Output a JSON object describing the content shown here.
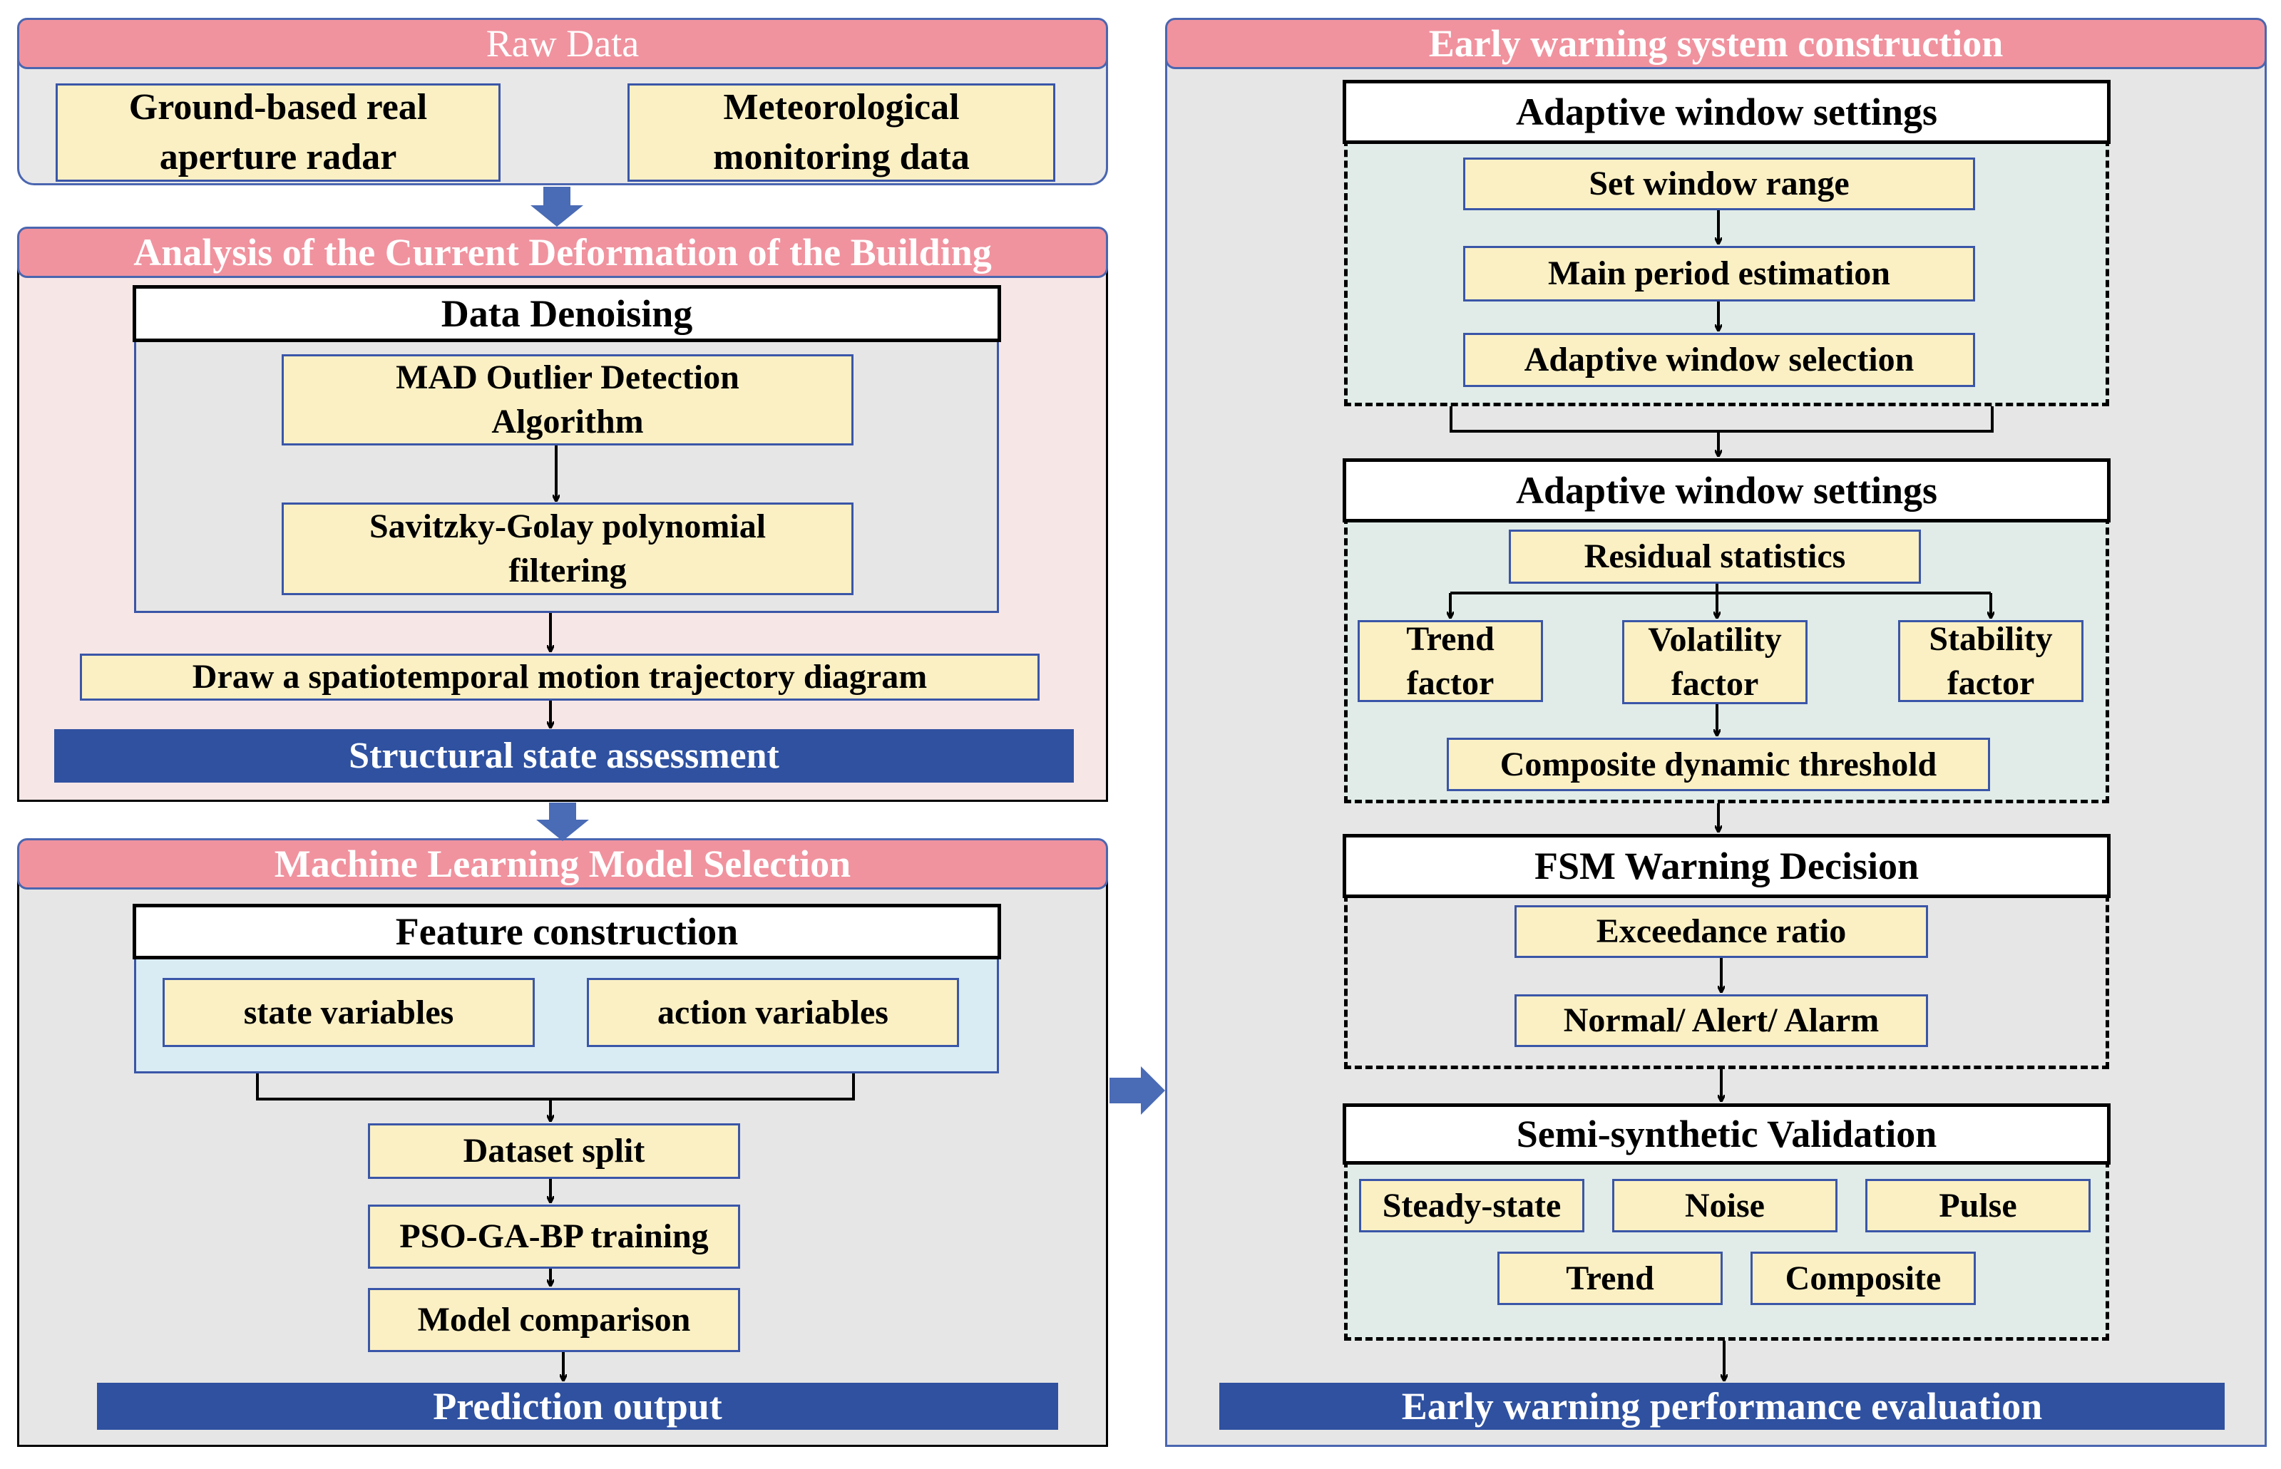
{
  "left": {
    "raw": {
      "header": "Raw Data",
      "ground_radar": "Ground-based real aperture radar",
      "meteorological": "Meteorological monitoring data"
    },
    "analysis": {
      "header": "Analysis of the Current Deformation of the Building",
      "denoise_title": "Data Denoising",
      "mad": "MAD Outlier Detection Algorithm",
      "sg": "Savitzky-Golay polynomial filtering",
      "trajectory": "Draw a spatiotemporal motion trajectory diagram",
      "assessment": "Structural state assessment"
    },
    "ml": {
      "header": "Machine Learning Model Selection",
      "feature_title": "Feature construction",
      "state_vars": "state variables",
      "action_vars": "action variables",
      "split": "Dataset split",
      "training": "PSO-GA-BP training",
      "comparison": "Model comparison",
      "output": "Prediction output"
    }
  },
  "right": {
    "header": "Early warning system construction",
    "window": {
      "title": "Adaptive window settings",
      "range": "Set window range",
      "period": "Main period estimation",
      "selection": "Adaptive window selection"
    },
    "threshold": {
      "title": "Adaptive window settings",
      "residual": "Residual statistics",
      "trend": "Trend factor",
      "volatility": "Volatility factor",
      "stability": "Stability factor",
      "composite": "Composite dynamic threshold"
    },
    "fsm": {
      "title": "FSM Warning Decision",
      "exceedance": "Exceedance ratio",
      "states": "Normal/ Alert/ Alarm"
    },
    "validation": {
      "title": "Semi-synthetic Validation",
      "steady": "Steady-state",
      "noise": "Noise",
      "pulse": "Pulse",
      "trend": "Trend",
      "composite": "Composite"
    },
    "evaluation": "Early warning performance evaluation"
  },
  "colors": {
    "pink_header": "#f0939f",
    "yellow_box": "#fbf0c4",
    "blue_bar": "#2f51a0",
    "grey_panel": "#e6e6e6"
  }
}
